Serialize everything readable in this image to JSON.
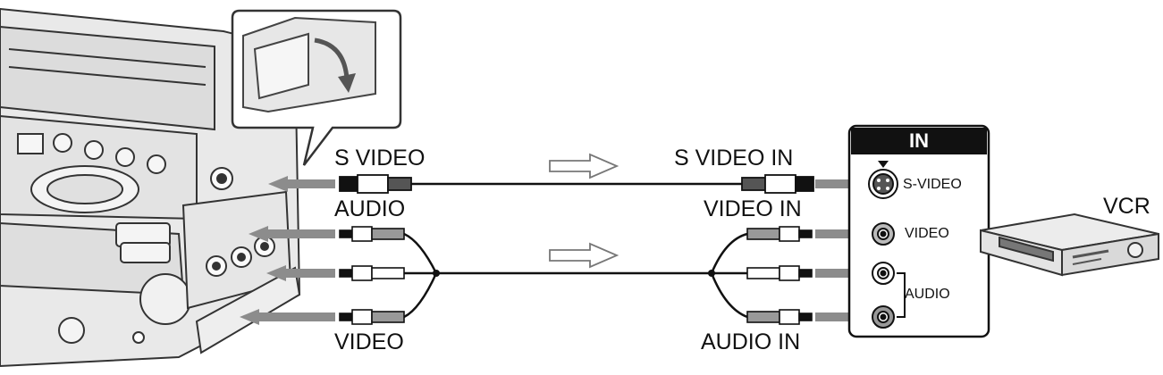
{
  "labels": {
    "s_video": "S VIDEO",
    "audio": "AUDIO",
    "video": "VIDEO",
    "s_video_in": "S VIDEO IN",
    "video_in": "VIDEO IN",
    "audio_in": "AUDIO IN"
  },
  "panel": {
    "title": "IN",
    "jacks": {
      "s_video": "S-VIDEO",
      "video": "VIDEO",
      "audio": "AUDIO"
    }
  },
  "device": {
    "name": "VCR"
  },
  "colors": {
    "line": "#111111",
    "arrow_gray": "#8c8c8c",
    "camera_fill": "#ececec",
    "panel_header": "#111111"
  }
}
